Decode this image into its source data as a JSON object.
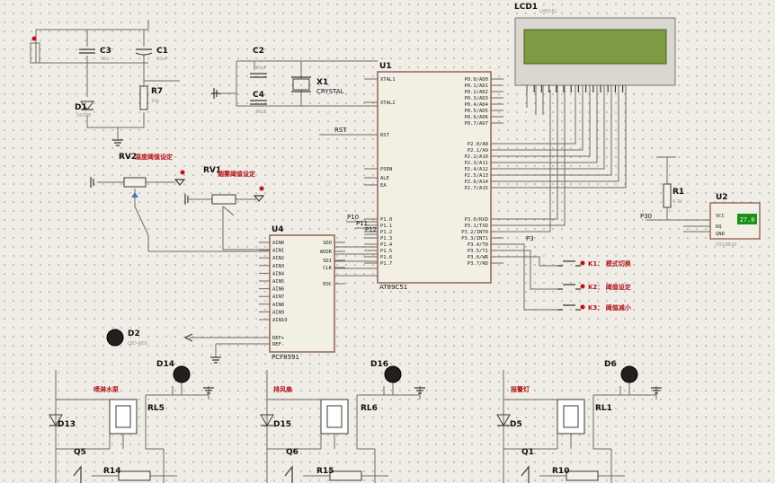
{
  "chip_labels": {
    "u1": "U1",
    "u1_part": "AT89C51",
    "u4": "U4",
    "u4_part": "PCF8591",
    "lcd": "LCD1",
    "lcd_part": "LM016L",
    "u2": "U2",
    "u2_part": "DS18B20",
    "u2_display": "27.0",
    "x1": "X1",
    "x1_part": "CRYSTAL"
  },
  "u1_left_pins": [
    "XTAL1",
    "XTAL2",
    "RST",
    "PSEN",
    "ALE",
    "EA",
    "P1.0",
    "P1.1",
    "P1.2",
    "P1.3",
    "P1.4",
    "P1.5",
    "P1.6",
    "P1.7"
  ],
  "u1_right_pins": [
    "P0.0/AD0",
    "P0.1/AD1",
    "P0.2/AD2",
    "P0.3/AD3",
    "P0.4/AD4",
    "P0.5/AD5",
    "P0.6/AD6",
    "P0.7/AD7",
    "P2.0/A8",
    "P2.1/A9",
    "P2.2/A10",
    "P2.3/A11",
    "P2.4/A12",
    "P2.5/A13",
    "P2.6/A14",
    "P2.7/A15",
    "P3.0/RXD",
    "P3.1/TXD",
    "P3.2/INT0",
    "P3.3/INT1",
    "P3.4/T0",
    "P3.5/T1",
    "P3.6/WR",
    "P3.7/RD"
  ],
  "u4_left_pins": [
    "AIN0",
    "AIN1",
    "AIN2",
    "AIN3",
    "AIN4",
    "AIN5",
    "AIN6",
    "AIN7",
    "AIN8",
    "AIN9",
    "AIN10",
    "REF+",
    "REF-"
  ],
  "u4_right_pins": [
    "SDO",
    "ADDR",
    "SDI",
    "CLK",
    "EOC"
  ],
  "u2_pins": [
    "VCC",
    "DQ",
    "GND"
  ],
  "components": {
    "c1": "C1",
    "c2": "C2",
    "c3": "C3",
    "c4": "C4",
    "d1": "D1",
    "r7": "R7",
    "r1": "R1",
    "rv2": "RV2",
    "rv1": "RV1",
    "d2": "D2",
    "d14": "D14",
    "d16": "D16",
    "d6": "D6",
    "d13": "D13",
    "d15": "D15",
    "d5": "D5",
    "rl5": "RL5",
    "rl6": "RL6",
    "rl1": "RL1",
    "q5": "Q5",
    "q6": "Q6",
    "q1": "Q1",
    "r14": "R14",
    "r15": "R15",
    "r10": "R10",
    "rst_net": "RST",
    "p3_net": "P3",
    "p30_net": "P30",
    "p10_net": "P10",
    "p11_net": "P11",
    "p12_net": "P12"
  },
  "annotations": {
    "rv2": "湿度阈值设定",
    "rv1": "烟雾阈值设定",
    "k1": "K1：  模式切换",
    "k2": "K2：  阈值设定",
    "k3": "K3：  阈值减小",
    "relay1": "喷淋水泵",
    "relay2": "排风扇",
    "relay3": "报警灯"
  }
}
